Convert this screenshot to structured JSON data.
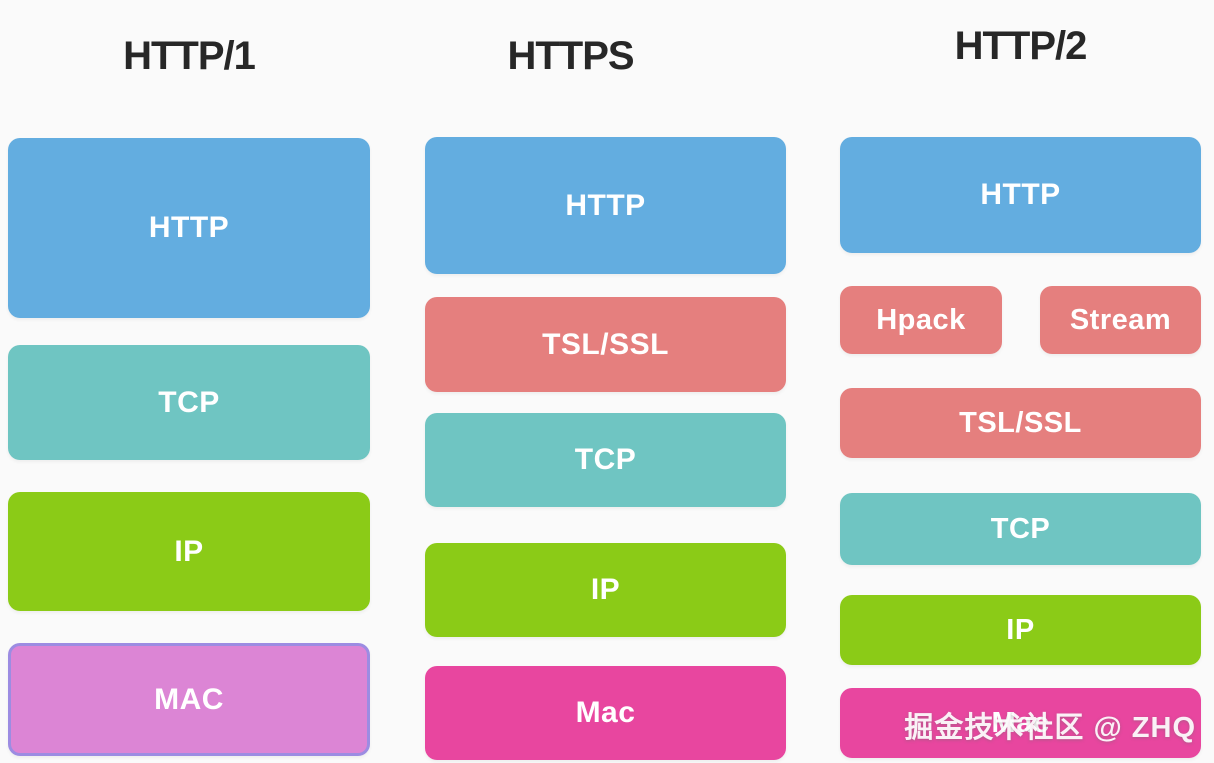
{
  "palette": {
    "background": "#FAFAFA",
    "title_text": "#272727",
    "box_text": "#FFFFFF",
    "blue": "#63ADE0",
    "teal": "#6FC5C2",
    "green": "#8BCB17",
    "salmon": "#E57F7E",
    "magenta": "#E8469F",
    "orchid": "#DC85D5",
    "orchid_border": "#9C8CE2"
  },
  "diagram": {
    "type": "protocol-stack-comparison",
    "columns": [
      {
        "title": "HTTP/1",
        "layers": [
          {
            "label": "HTTP",
            "color": "blue"
          },
          {
            "label": "TCP",
            "color": "teal"
          },
          {
            "label": "IP",
            "color": "green"
          },
          {
            "label": "MAC",
            "color": "orchid",
            "border_color": "orchid_border"
          }
        ]
      },
      {
        "title": "HTTPS",
        "layers": [
          {
            "label": "HTTP",
            "color": "blue"
          },
          {
            "label": "TSL/SSL",
            "color": "salmon"
          },
          {
            "label": "TCP",
            "color": "teal"
          },
          {
            "label": "IP",
            "color": "green"
          },
          {
            "label": "Mac",
            "color": "magenta"
          }
        ]
      },
      {
        "title": "HTTP/2",
        "layers": [
          {
            "label": "HTTP",
            "color": "blue"
          },
          {
            "label": "Hpack",
            "color": "salmon"
          },
          {
            "label": "Stream",
            "color": "salmon"
          },
          {
            "label": "TSL/SSL",
            "color": "salmon"
          },
          {
            "label": "TCP",
            "color": "teal"
          },
          {
            "label": "IP",
            "color": "green"
          },
          {
            "label": "Mac",
            "color": "magenta"
          }
        ]
      }
    ]
  },
  "watermark": {
    "text": "掘金技术社区 @ ZHQ"
  }
}
